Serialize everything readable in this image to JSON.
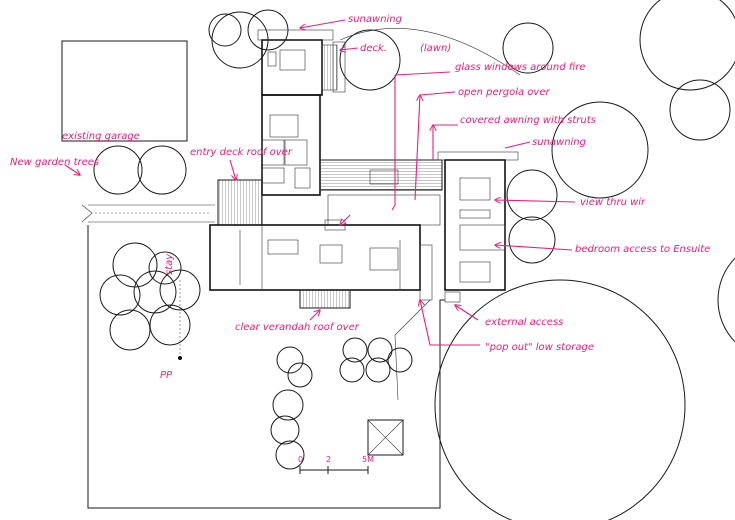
{
  "annotations": {
    "sunawning_top": "sunawning",
    "deck": "deck.",
    "lawn": "(lawn)",
    "glass_windows": "glass windows around fire",
    "open_pergola": "open pergola over",
    "covered_awning": "covered awning with struts",
    "sunawning_right": "sunawning",
    "existing_garage": "existing garage",
    "new_garden_trees": "New garden trees",
    "entry_deck": "entry deck roof over",
    "view_thru_wir": "view thru wir",
    "bedroom_access": "bedroom access to Ensuite",
    "external_access": "external access",
    "pop_out": "\"pop out\" low storage",
    "clear_verandah": "clear verandah roof over",
    "stay": "stay",
    "pp": "PP"
  },
  "scale_bar": {
    "marks": [
      "0",
      "2",
      "5M"
    ]
  },
  "colors": {
    "annotation": "#e8207a",
    "ink": "#1a1a1a",
    "paper": "#ffffff"
  }
}
